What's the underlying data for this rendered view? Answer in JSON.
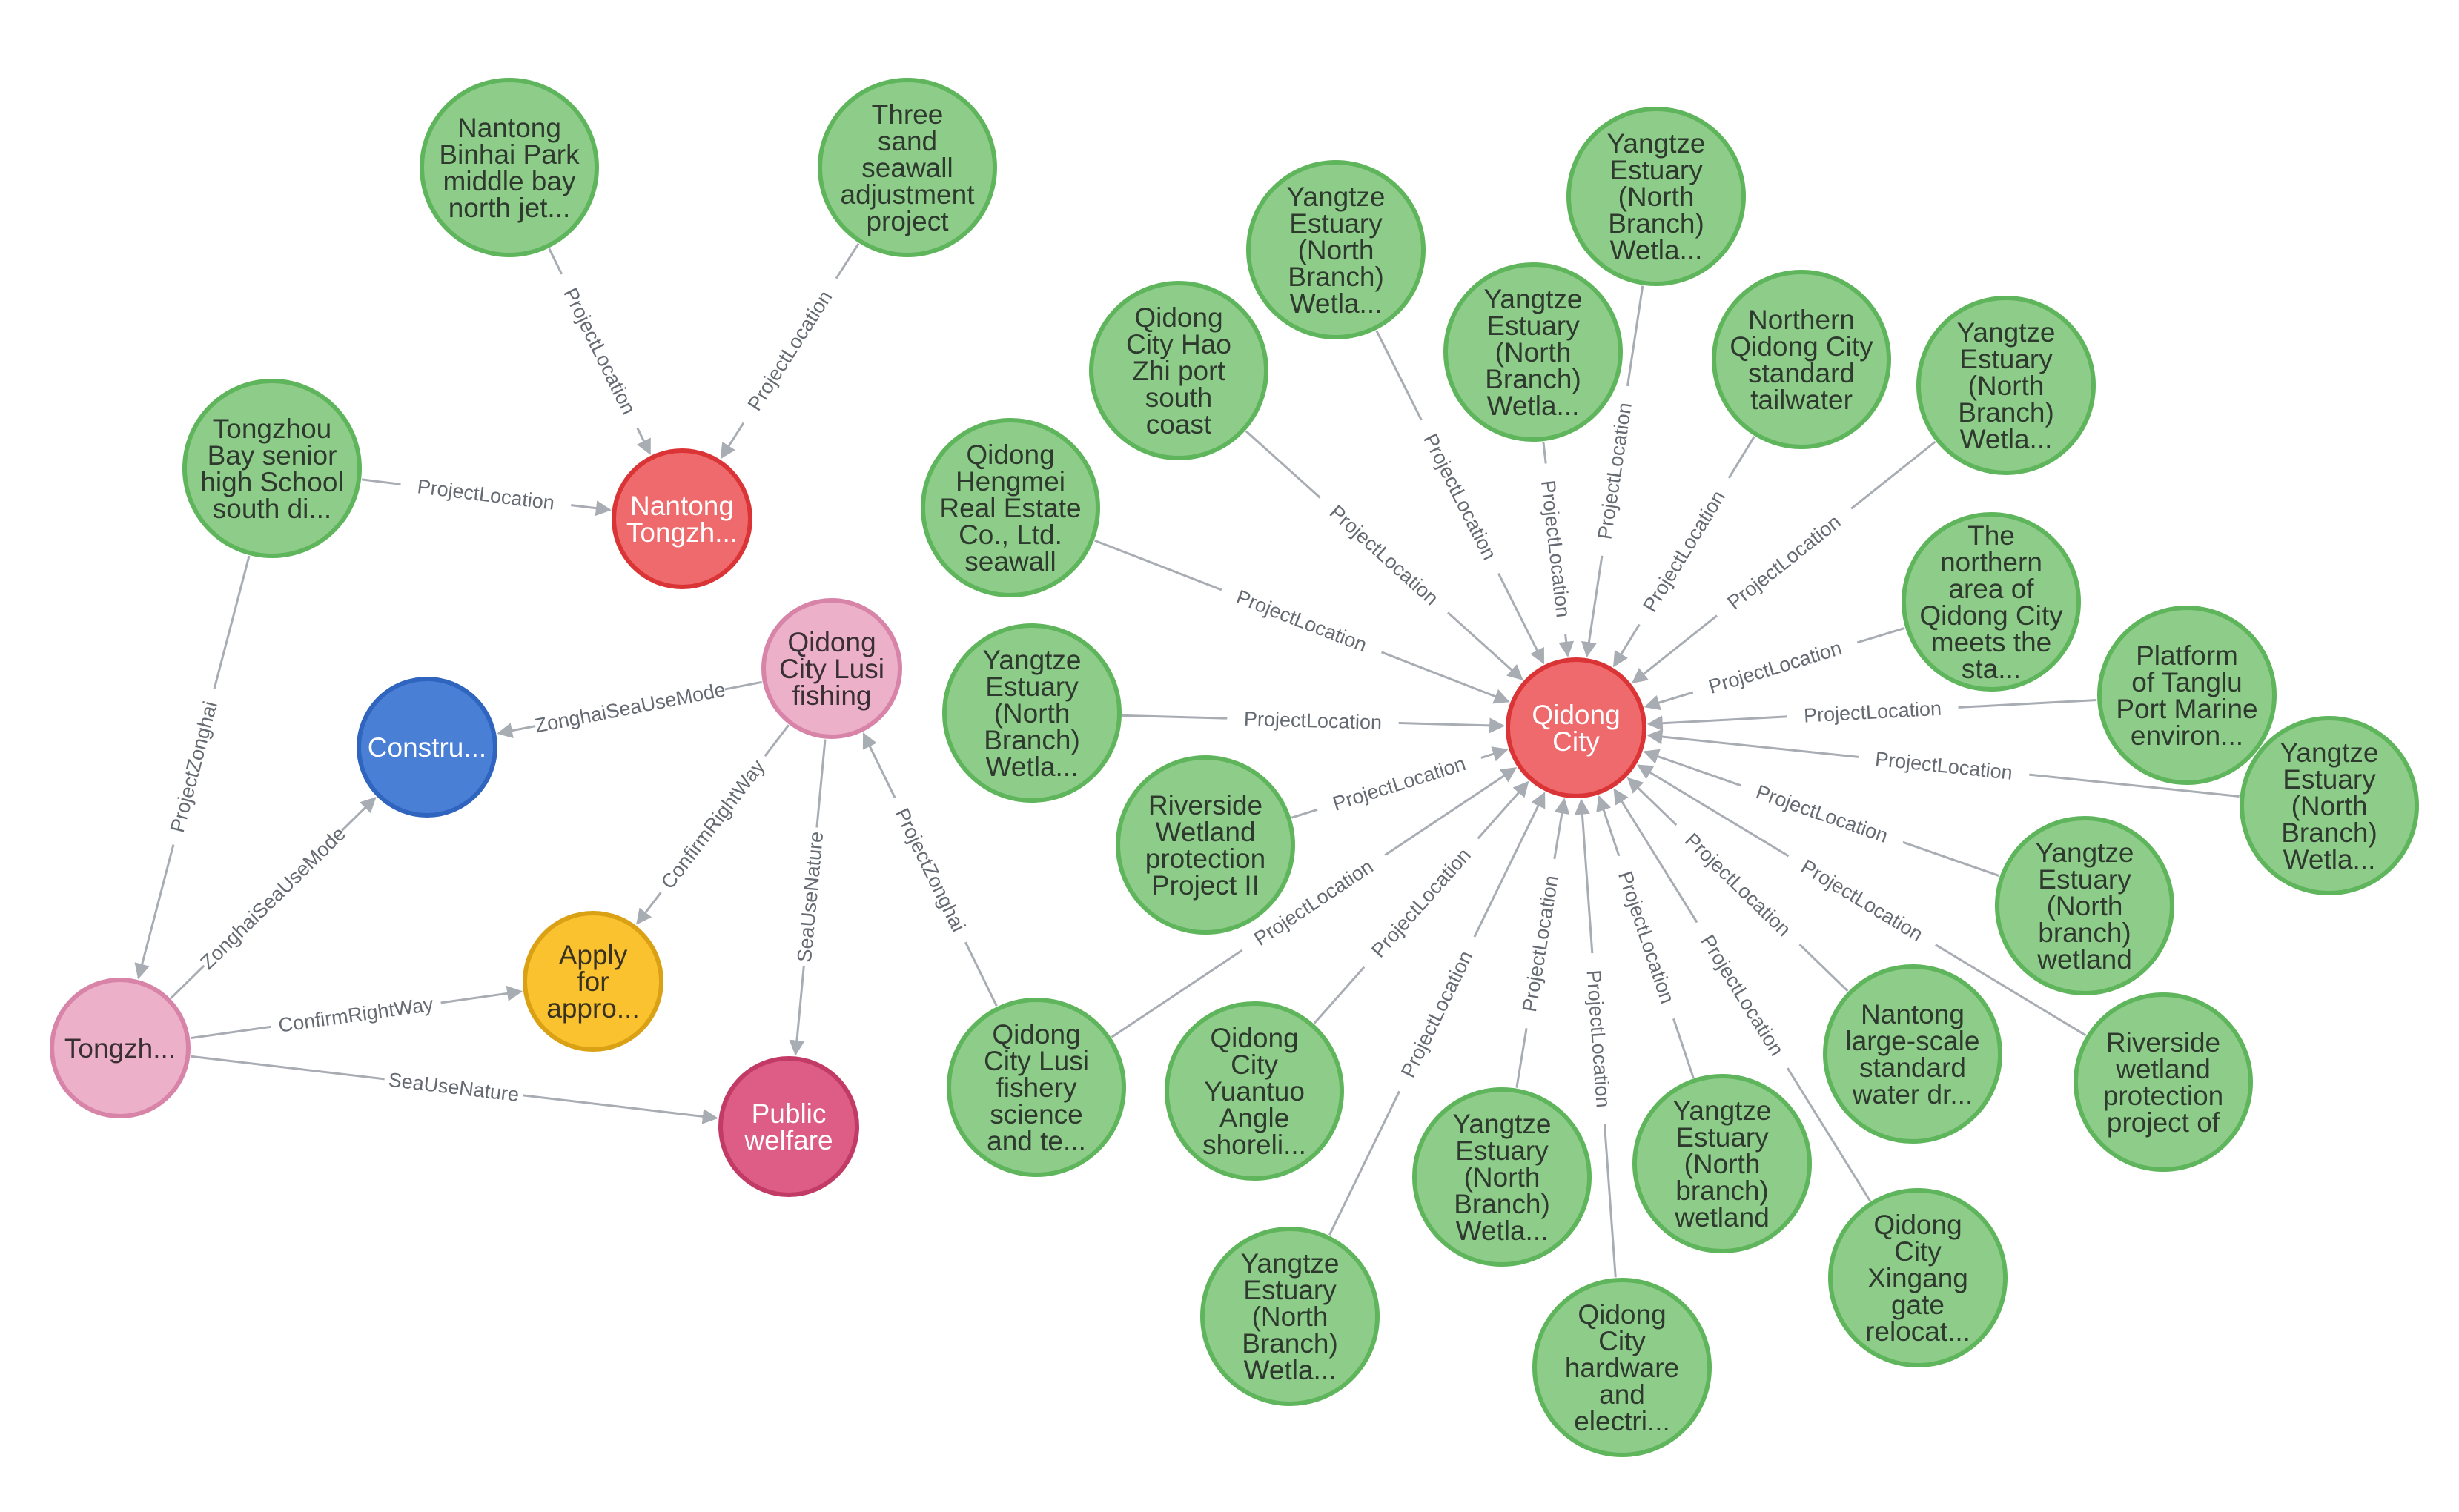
{
  "colors": {
    "green": {
      "fill": "#8dcc89",
      "stroke": "#5fb55b",
      "text": "#2f3a2f"
    },
    "red": {
      "fill": "#ef6a6c",
      "stroke": "#db3436",
      "text": "#ffffff"
    },
    "pink": {
      "fill": "#ecb0c9",
      "stroke": "#d883a8",
      "text": "#3a2f33"
    },
    "blue": {
      "fill": "#4a7fd6",
      "stroke": "#2f64bf",
      "text": "#ffffff"
    },
    "yellow": {
      "fill": "#fbc22f",
      "stroke": "#dba114",
      "text": "#3a3320"
    },
    "magenta": {
      "fill": "#dd5d86",
      "stroke": "#c23a66",
      "text": "#ffffff"
    },
    "edge": "#a8acb3"
  },
  "nodes": [
    {
      "id": "nantong",
      "type": "red",
      "lines": [
        "Nantong",
        "Tongzh..."
      ]
    },
    {
      "id": "qidong",
      "type": "red",
      "lines": [
        "Qidong",
        "City"
      ]
    },
    {
      "id": "lusi",
      "type": "pink",
      "lines": [
        "Qidong",
        "City Lusi",
        "fishing"
      ]
    },
    {
      "id": "tongzh",
      "type": "pink",
      "lines": [
        "Tongzh..."
      ]
    },
    {
      "id": "constru",
      "type": "blue",
      "lines": [
        "Constru..."
      ]
    },
    {
      "id": "apply",
      "type": "yellow",
      "lines": [
        "Apply",
        "for",
        "appro..."
      ]
    },
    {
      "id": "public",
      "type": "magenta",
      "lines": [
        "Public",
        "welfare"
      ]
    },
    {
      "id": "binhai",
      "type": "green",
      "lines": [
        "Nantong",
        "Binhai Park",
        "middle bay",
        "north jet..."
      ]
    },
    {
      "id": "threesand",
      "type": "green",
      "lines": [
        "Three",
        "sand",
        "seawall",
        "adjustment",
        "project"
      ]
    },
    {
      "id": "tongzhou_bay",
      "type": "green",
      "lines": [
        "Tongzhou",
        "Bay senior",
        "high School",
        "south di..."
      ]
    },
    {
      "id": "g_hengmei",
      "type": "green",
      "lines": [
        "Qidong",
        "Hengmei",
        "Real Estate",
        "Co., Ltd.",
        "seawall"
      ]
    },
    {
      "id": "g_haozhi",
      "type": "green",
      "lines": [
        "Qidong",
        "City Hao",
        "Zhi port",
        "south",
        "coast"
      ]
    },
    {
      "id": "g_yz1",
      "type": "green",
      "lines": [
        "Yangtze",
        "Estuary",
        "(North",
        "Branch)",
        "Wetla..."
      ]
    },
    {
      "id": "g_yz2",
      "type": "green",
      "lines": [
        "Yangtze",
        "Estuary",
        "(North",
        "Branch)",
        "Wetla..."
      ]
    },
    {
      "id": "g_yz3",
      "type": "green",
      "lines": [
        "Yangtze",
        "Estuary",
        "(North",
        "Branch)",
        "Wetla..."
      ]
    },
    {
      "id": "g_northern",
      "type": "green",
      "lines": [
        "Northern",
        "Qidong City",
        "standard",
        "tailwater"
      ]
    },
    {
      "id": "g_yz4",
      "type": "green",
      "lines": [
        "Yangtze",
        "Estuary",
        "(North",
        "Branch)",
        "Wetla..."
      ]
    },
    {
      "id": "g_meets",
      "type": "green",
      "lines": [
        "The",
        "northern",
        "area of",
        "Qidong City",
        "meets the",
        "sta..."
      ]
    },
    {
      "id": "g_tanglu",
      "type": "green",
      "lines": [
        "Platform",
        "of Tanglu",
        "Port Marine",
        "environ..."
      ]
    },
    {
      "id": "g_yz5",
      "type": "green",
      "lines": [
        "Yangtze",
        "Estuary",
        "(North",
        "Branch)",
        "Wetla..."
      ]
    },
    {
      "id": "g_yz6",
      "type": "green",
      "lines": [
        "Yangtze",
        "Estuary",
        "(North",
        "branch)",
        "wetland"
      ]
    },
    {
      "id": "g_riverside_of",
      "type": "green",
      "lines": [
        "Riverside",
        "wetland",
        "protection",
        "project of"
      ]
    },
    {
      "id": "g_largescale",
      "type": "green",
      "lines": [
        "Nantong",
        "large-scale",
        "standard",
        "water dr..."
      ]
    },
    {
      "id": "g_xingang",
      "type": "green",
      "lines": [
        "Qidong",
        "City",
        "Xingang",
        "gate",
        "relocat..."
      ]
    },
    {
      "id": "g_yz7",
      "type": "green",
      "lines": [
        "Yangtze",
        "Estuary",
        "(North",
        "branch)",
        "wetland"
      ]
    },
    {
      "id": "g_hardware",
      "type": "green",
      "lines": [
        "Qidong",
        "City",
        "hardware",
        "and",
        "electri..."
      ]
    },
    {
      "id": "g_yz8",
      "type": "green",
      "lines": [
        "Yangtze",
        "Estuary",
        "(North",
        "Branch)",
        "Wetla..."
      ]
    },
    {
      "id": "g_yz9",
      "type": "green",
      "lines": [
        "Yangtze",
        "Estuary",
        "(North",
        "Branch)",
        "Wetla..."
      ]
    },
    {
      "id": "g_yuantuo",
      "type": "green",
      "lines": [
        "Qidong",
        "City",
        "Yuantuo",
        "Angle",
        "shoreli..."
      ]
    },
    {
      "id": "g_fishery",
      "type": "green",
      "lines": [
        "Qidong",
        "City Lusi",
        "fishery",
        "science",
        "and te..."
      ]
    },
    {
      "id": "g_riverside2",
      "type": "green",
      "lines": [
        "Riverside",
        "Wetland",
        "protection",
        "Project II"
      ]
    },
    {
      "id": "g_yz10",
      "type": "green",
      "lines": [
        "Yangtze",
        "Estuary",
        "(North",
        "Branch)",
        "Wetla..."
      ]
    }
  ],
  "edges": [
    {
      "from": "binhai",
      "to": "nantong",
      "label": "ProjectLocation"
    },
    {
      "from": "threesand",
      "to": "nantong",
      "label": "ProjectLocation"
    },
    {
      "from": "tongzhou_bay",
      "to": "nantong",
      "label": "ProjectLocation"
    },
    {
      "from": "tongzhou_bay",
      "to": "tongzh",
      "label": "ProjectZonghai"
    },
    {
      "from": "lusi",
      "to": "constru",
      "label": "ZonghaiSeaUseMode"
    },
    {
      "from": "lusi",
      "to": "apply",
      "label": "ConfirmRightWay"
    },
    {
      "from": "lusi",
      "to": "public",
      "label": "SeaUseNature"
    },
    {
      "from": "g_fishery",
      "to": "lusi",
      "label": "ProjectZonghai"
    },
    {
      "from": "tongzh",
      "to": "constru",
      "label": "ZonghaiSeaUseMode"
    },
    {
      "from": "tongzh",
      "to": "apply",
      "label": "ConfirmRightWay"
    },
    {
      "from": "tongzh",
      "to": "public",
      "label": "SeaUseNature"
    },
    {
      "from": "g_hengmei",
      "to": "qidong",
      "label": "ProjectLocation"
    },
    {
      "from": "g_haozhi",
      "to": "qidong",
      "label": "ProjectLocation"
    },
    {
      "from": "g_yz1",
      "to": "qidong",
      "label": "ProjectLocation"
    },
    {
      "from": "g_yz2",
      "to": "qidong",
      "label": "ProjectLocation"
    },
    {
      "from": "g_yz3",
      "to": "qidong",
      "label": "ProjectLocation"
    },
    {
      "from": "g_northern",
      "to": "qidong",
      "label": "ProjectLocation"
    },
    {
      "from": "g_yz4",
      "to": "qidong",
      "label": "ProjectLocation"
    },
    {
      "from": "g_meets",
      "to": "qidong",
      "label": "ProjectLocation"
    },
    {
      "from": "g_tanglu",
      "to": "qidong",
      "label": "ProjectLocation"
    },
    {
      "from": "g_yz5",
      "to": "qidong",
      "label": "ProjectLocation"
    },
    {
      "from": "g_yz6",
      "to": "qidong",
      "label": "ProjectLocation"
    },
    {
      "from": "g_riverside_of",
      "to": "qidong",
      "label": "ProjectLocation"
    },
    {
      "from": "g_largescale",
      "to": "qidong",
      "label": "ProjectLocation"
    },
    {
      "from": "g_xingang",
      "to": "qidong",
      "label": "ProjectLocation"
    },
    {
      "from": "g_yz7",
      "to": "qidong",
      "label": "ProjectLocation"
    },
    {
      "from": "g_hardware",
      "to": "qidong",
      "label": "ProjectLocation"
    },
    {
      "from": "g_yz8",
      "to": "qidong",
      "label": "ProjectLocation"
    },
    {
      "from": "g_yz9",
      "to": "qidong",
      "label": "ProjectLocation"
    },
    {
      "from": "g_yuantuo",
      "to": "qidong",
      "label": "ProjectLocation"
    },
    {
      "from": "g_fishery",
      "to": "qidong",
      "label": "ProjectLocation"
    },
    {
      "from": "g_riverside2",
      "to": "qidong",
      "label": "ProjectLocation"
    },
    {
      "from": "g_yz10",
      "to": "qidong",
      "label": "ProjectLocation"
    }
  ]
}
